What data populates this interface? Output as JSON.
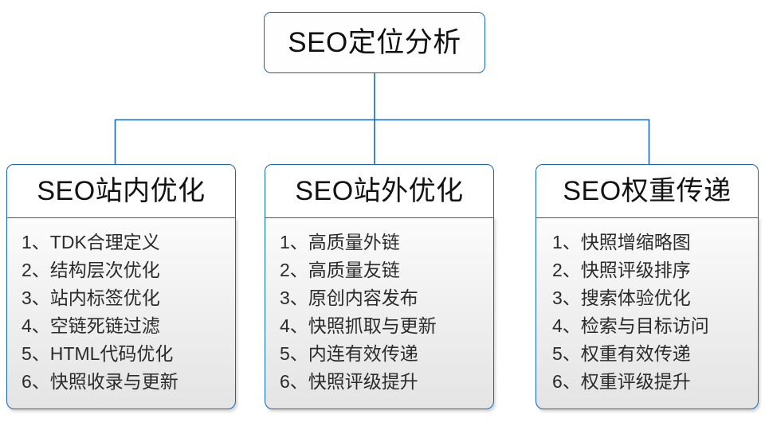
{
  "diagram": {
    "type": "org-chart",
    "colors": {
      "border": "#1568b0",
      "header_background": "#ffffff",
      "body_background_top": "#fcfcfc",
      "body_background_bottom": "#e4e4e4",
      "text": "#111111",
      "list_text": "#2b2b2b"
    },
    "root": {
      "title": "SEO定位分析"
    },
    "columns": [
      {
        "title": "SEO站内优化",
        "items": [
          {
            "index": "1、",
            "text": "TDK合理定义"
          },
          {
            "index": "2、",
            "text": "结构层次优化"
          },
          {
            "index": "3、",
            "text": "站内标签优化"
          },
          {
            "index": "4、",
            "text": "空链死链过滤"
          },
          {
            "index": "5、",
            "text": "HTML代码优化"
          },
          {
            "index": "6、",
            "text": "快照收录与更新"
          }
        ]
      },
      {
        "title": "SEO站外优化",
        "items": [
          {
            "index": "1、",
            "text": "高质量外链"
          },
          {
            "index": "2、",
            "text": "高质量友链"
          },
          {
            "index": "3、",
            "text": "原创内容发布"
          },
          {
            "index": "4、",
            "text": "快照抓取与更新"
          },
          {
            "index": "5、",
            "text": "内连有效传递"
          },
          {
            "index": "6、",
            "text": "快照评级提升"
          }
        ]
      },
      {
        "title": "SEO权重传递",
        "items": [
          {
            "index": "1、",
            "text": "快照增缩略图"
          },
          {
            "index": "2、",
            "text": "快照评级排序"
          },
          {
            "index": "3、",
            "text": "搜索体验优化"
          },
          {
            "index": "4、",
            "text": "检索与目标访问"
          },
          {
            "index": "5、",
            "text": "权重有效传递"
          },
          {
            "index": "6、",
            "text": "权重评级提升"
          }
        ]
      }
    ]
  }
}
